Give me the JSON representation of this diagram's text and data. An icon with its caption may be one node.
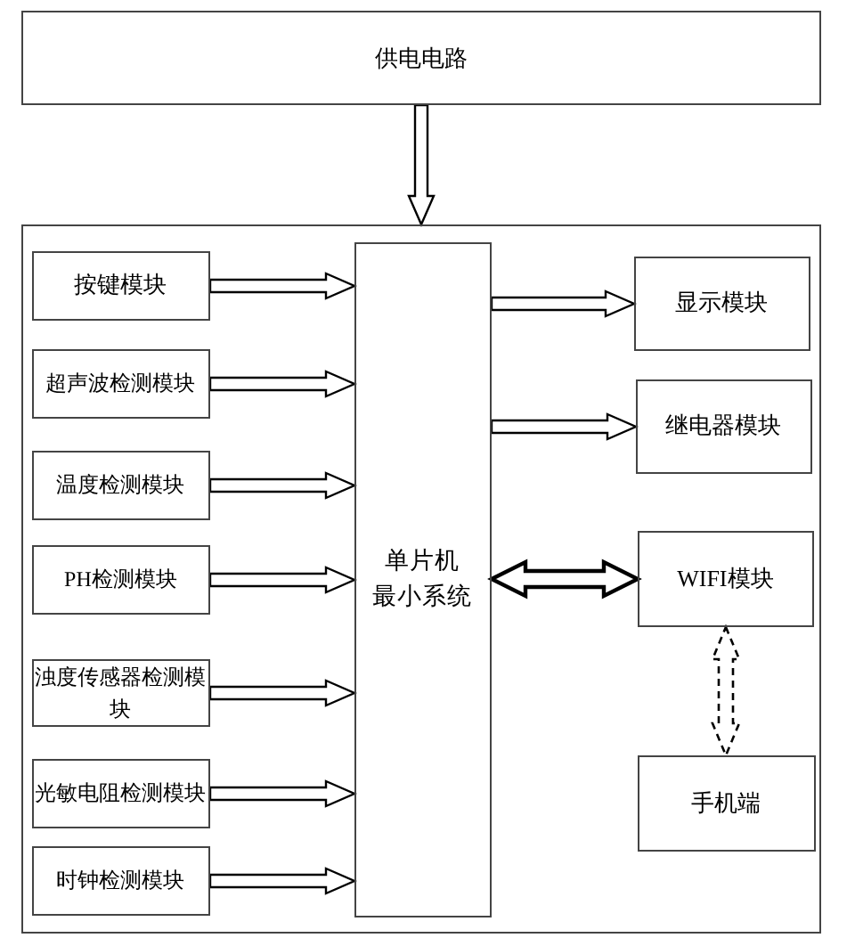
{
  "diagram": {
    "nodes": [
      {
        "text": [
          "供电电路"
        ]
      },
      {
        "text": [],
        "shape": "box"
      },
      {
        "text": [
          "按键模块"
        ],
        "in": 1
      },
      {
        "text": [
          "超声波检测模块"
        ],
        "in": 1
      },
      {
        "text": [
          "温度检测模块"
        ],
        "in": 1
      },
      {
        "text": [
          "PH检测模块"
        ],
        "in": 1
      },
      {
        "text": [
          "浊度传感器检测模块"
        ],
        "in": 1
      },
      {
        "text": [
          "光敏电阻检测模块"
        ],
        "in": 1
      },
      {
        "text": [
          "时钟检测模块"
        ],
        "in": 1
      },
      {
        "text": [
          "单片机最小系统"
        ],
        "in": 1
      },
      {
        "text": [
          "显示模块"
        ],
        "in": 1
      },
      {
        "text": [
          "继电器模块"
        ],
        "in": 1
      },
      {
        "text": [
          "WIFI模块"
        ],
        "in": 1
      },
      {
        "text": [
          "手机端"
        ],
        "in": 1
      }
    ],
    "edges": [
      {
        "from": 0,
        "to": 1,
        "arrow": "to"
      },
      {
        "from": 2,
        "to": 9,
        "arrow": "to"
      },
      {
        "from": 3,
        "to": 9,
        "arrow": "to"
      },
      {
        "from": 4,
        "to": 9,
        "arrow": "to"
      },
      {
        "from": 5,
        "to": 9,
        "arrow": "to"
      },
      {
        "from": 6,
        "to": 9,
        "arrow": "to"
      },
      {
        "from": 7,
        "to": 9,
        "arrow": "to"
      },
      {
        "from": 8,
        "to": 9,
        "arrow": "to"
      },
      {
        "from": 9,
        "to": 10,
        "arrow": "to"
      },
      {
        "from": 9,
        "to": 11,
        "arrow": "to"
      },
      {
        "from": 9,
        "to": 12,
        "arrow": "both",
        "style": "thick"
      },
      {
        "from": 12,
        "to": 13,
        "arrow": "both",
        "style": "dashed"
      }
    ]
  }
}
